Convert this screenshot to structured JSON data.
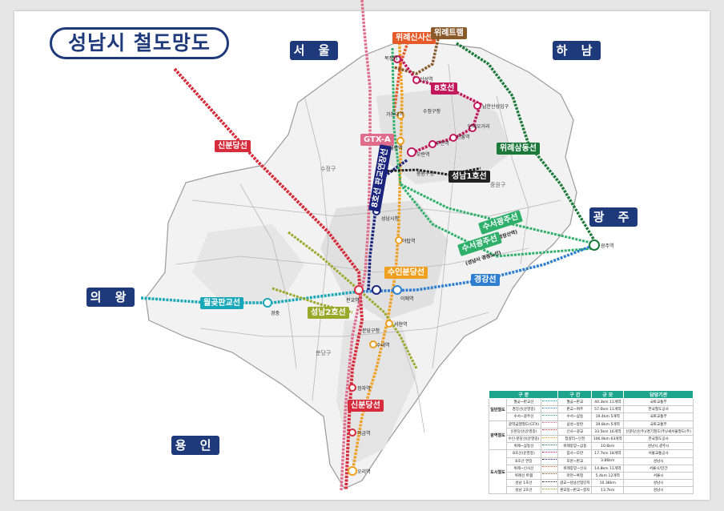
{
  "title": "성남시 철도망도",
  "regions": {
    "seoul": "서 울",
    "hanam": "하 남",
    "gwangju": "광 주",
    "uiwang": "의 왕",
    "yongin": "용 인"
  },
  "districts": {
    "sujeong": "수정구",
    "jungwon": "중원구",
    "bundang": "분당구"
  },
  "lines": {
    "wirye_sinsa": "위례신사선",
    "wirye_tram": "위례트램",
    "line8": "8호선",
    "gtx_a": "GTX-A",
    "sinbundang_top": "신분당선",
    "sinbundang_bottom": "신분당선",
    "wirye_samdong": "위례삼동선",
    "seongnam1": "성남1호선",
    "line8_ext": "8호선 판교연장선",
    "suseo_gwangju_1": "수서광주선",
    "suseo_gwangju_1_sub": "(가칭영장산역)",
    "suseo_gwangju_2": "수서광주선",
    "suseo_gwangju_2_sub": "(성남시 경정노선)",
    "suin_bundang": "수인분당선",
    "gyeonggang": "경강선",
    "wolgot_pangyo": "월곶판교선",
    "seongnam2": "성남2호선"
  },
  "stations": {
    "bokjeong": "복정역",
    "sanseong": "산성역",
    "sujinjeok": "수진역",
    "sinheung": "신흥역",
    "dandaeogeori": "단대오거리",
    "namhansanseong": "남한산성입구",
    "taepyeong": "태평역",
    "gachon": "가천대역",
    "seongnam_city": "성남시청",
    "pangyo": "판교역",
    "imae": "이매역",
    "seohyeon": "서현역",
    "sunae": "수내역",
    "jeongja": "정자역",
    "migeum": "미금역",
    "ori": "오리역",
    "moran": "모란역",
    "yatap": "야탑역",
    "gyeongchung": "경충",
    "sujeong_office": "수정구청",
    "jungwon_office": "중원구청",
    "bundang_office": "분당구청",
    "seongnam_stn": "성남역",
    "gwangju_stn": "광주역"
  },
  "legend": {
    "headers": [
      "구 분",
      "구 간",
      "규 모",
      "담당기관"
    ],
    "groups": [
      {
        "name": "일반철도",
        "rows": [
          {
            "line": "월곶~판교선",
            "color": "#18a8b8",
            "section": "월곶~판교",
            "scale": "40.3km 11개역",
            "agency": "국토교통부"
          },
          {
            "line": "경강선(운영중)",
            "color": "#2f7fd0",
            "section": "판교~여주",
            "scale": "57.0km 11개역",
            "agency": "한국철도공사"
          },
          {
            "line": "수서~광주선",
            "color": "#2fb06a",
            "section": "수서~삼동",
            "scale": "19.4km 5개역",
            "agency": "국토교통부"
          }
        ]
      },
      {
        "name": "광역철도",
        "rows": [
          {
            "line": "광역급행철도(GTX)",
            "color": "#e06c8c",
            "section": "삼성~동탄",
            "scale": "39.8km 5개역",
            "agency": "국토교통부"
          },
          {
            "line": "신분당선(운영중)",
            "color": "#d62b3a",
            "section": "신사~광교",
            "scale": "33.5km 16개역",
            "agency": "신분당선(주)/경기철도(주)/새서울철도(주)"
          },
          {
            "line": "수인·분당선(운영중)",
            "color": "#f0a020",
            "section": "청량리~인천",
            "scale": "106.9km 63개역",
            "agency": "한국철도공사"
          },
          {
            "line": "위례~삼동선",
            "color": "#1b7a3a",
            "section": "위례중앙~삼동",
            "scale": "10.6km",
            "agency": "성남시,광주시"
          }
        ]
      },
      {
        "name": "도시철도",
        "rows": [
          {
            "line": "8호선(운영중)",
            "color": "#c2185b",
            "section": "암사~모란",
            "scale": "17.7km 18개역",
            "agency": "서울교통공사"
          },
          {
            "line": "8호선 연장",
            "color": "#1a237e",
            "section": "모란~판교",
            "scale": "3.86km",
            "agency": "성남시"
          },
          {
            "line": "위례~신사선",
            "color": "#e65a2a",
            "section": "위례중앙~신사",
            "scale": "14.8km 11개역",
            "agency": "서울시/민간"
          },
          {
            "line": "위례선 트램",
            "color": "#8b5a2b",
            "section": "마천~복정",
            "scale": "5.4km 12개역",
            "agency": "서울시"
          },
          {
            "line": "성남 1호선",
            "color": "#222222",
            "section": "광교~성남산업단지",
            "scale": "10.38km",
            "agency": "성남시"
          },
          {
            "line": "성남 2호선",
            "color": "#9aa92a",
            "section": "판교동~판교~정자",
            "scale": "13.7km",
            "agency": "성남시"
          }
        ]
      }
    ]
  },
  "colors": {
    "accent": "#1e3a7a",
    "legend_header": "#1ca58c",
    "sinbundang": "#d62b3a",
    "gtx": "#e06c8c",
    "suin_bundang": "#f0a020",
    "line8": "#c2185b",
    "line8_ext": "#1a237e",
    "wirye_sinsa": "#e65a2a",
    "wirye_tram": "#8b5a2b",
    "wirye_samdong": "#1b7a3a",
    "suseo_gwangju": "#2fb06a",
    "gyeonggang": "#2f7fd0",
    "wolgot_pangyo": "#18a8b8",
    "seongnam1": "#222222",
    "seongnam2": "#9aa92a"
  }
}
